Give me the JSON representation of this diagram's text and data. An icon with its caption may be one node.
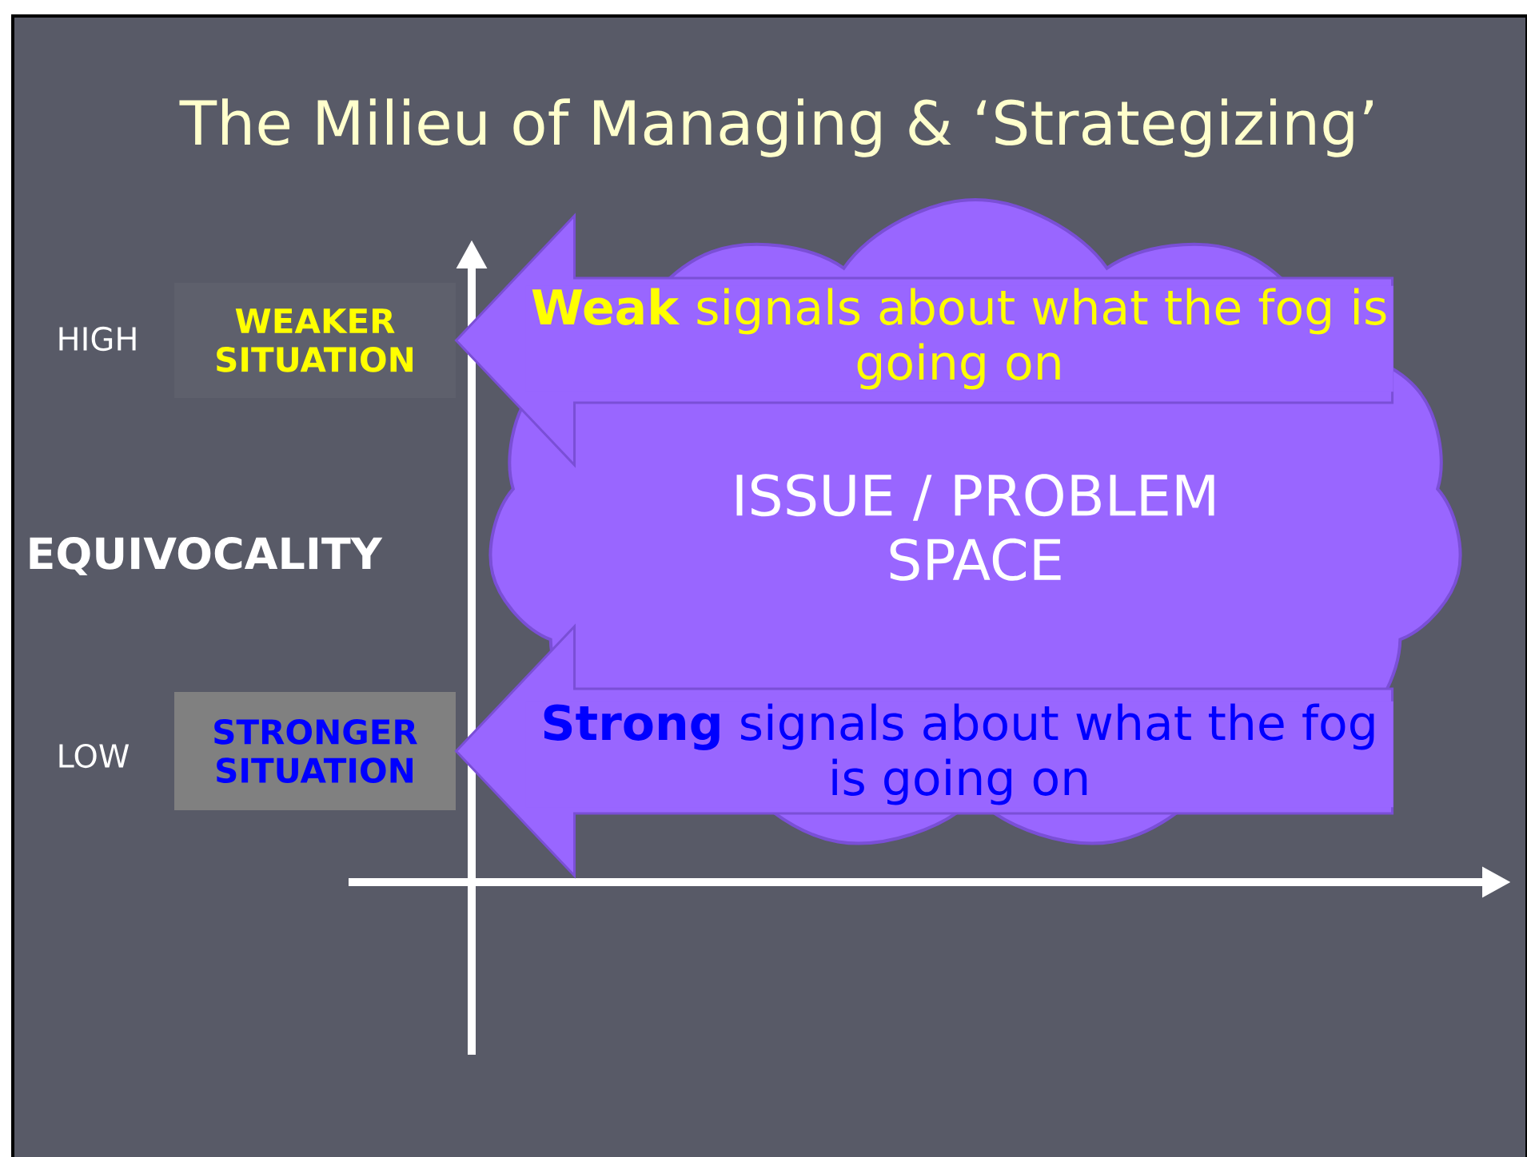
{
  "diagram": {
    "title": "The Milieu of Managing & ‘Strategizing’",
    "nodes": [
      {
        "text": [
          "WEAKER SITUATION"
        ]
      },
      {
        "text": [
          "STRONGER SITUATION"
        ]
      },
      {
        "text": [
          "ISSUE / PROBLEM SPACE"
        ]
      }
    ],
    "edges": [
      {
        "from": 2,
        "to": 0,
        "arrow": "to",
        "label": "**Weak** signals about what the fog is going on"
      },
      {
        "from": 2,
        "to": 1,
        "arrow": "to",
        "label": "**Strong** signals about what the fog is going on"
      }
    ],
    "labels": [
      "HIGH",
      "EQUIVOCALITY",
      "LOW"
    ]
  }
}
